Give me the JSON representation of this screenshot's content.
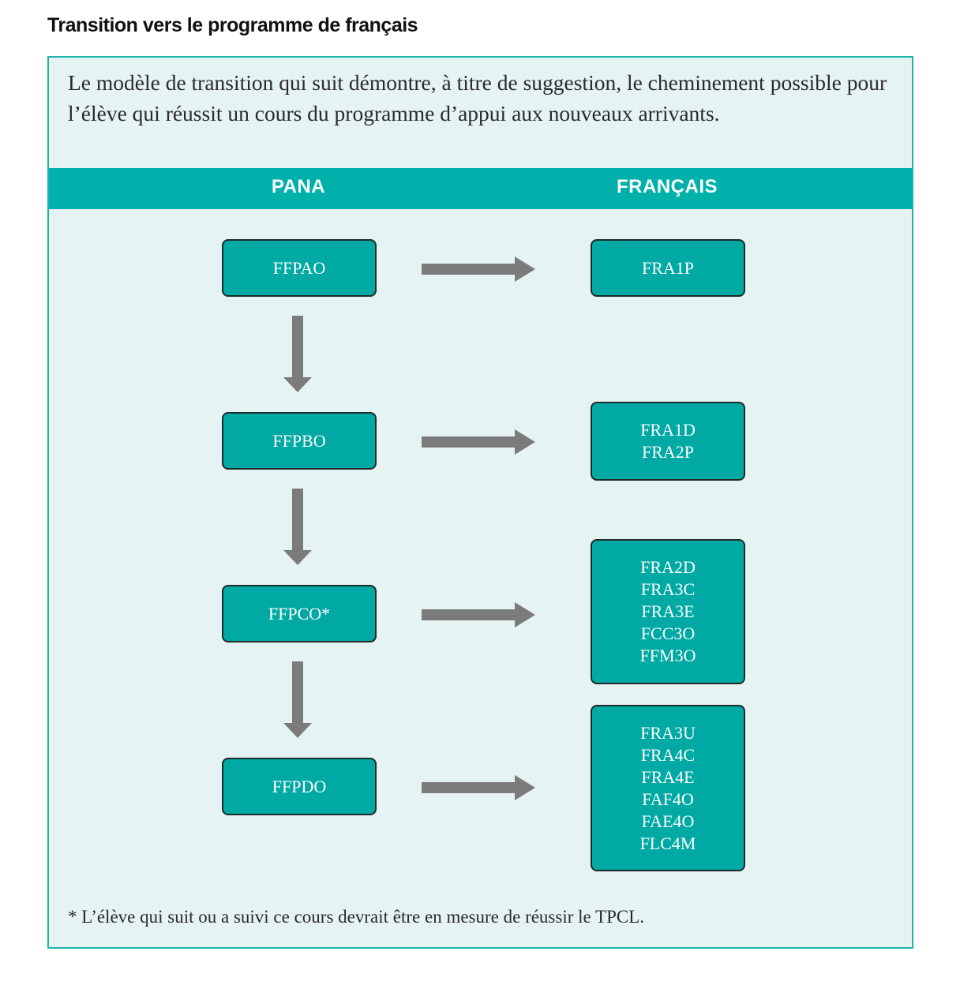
{
  "heading": "Transition vers le programme de français",
  "intro": "Le modèle de transition qui suit démontre, à titre de suggestion, le cheminement possible pour l’élève qui réussit un cours du programme d’appui aux nouveaux arrivants.",
  "columns": {
    "left": "PANA",
    "right": "FRANÇAIS"
  },
  "pana": [
    "FFPAO",
    "FFPBO",
    "FFPCO*",
    "FFPDO"
  ],
  "francais": [
    [
      "FRA1P"
    ],
    [
      "FRA1D",
      "FRA2P"
    ],
    [
      "FRA2D",
      "FRA3C",
      "FRA3E",
      "FCC3O",
      "FFM3O"
    ],
    [
      "FRA3U",
      "FRA4C",
      "FRA4E",
      "FAF4O",
      "FAE4O",
      "FLC4M"
    ]
  ],
  "footnote": "* L’élève qui suit ou a suivi ce cours devrait être en mesure de réussir le TPCL.",
  "colors": {
    "teal": "#00a9a4",
    "header": "#00b0ab",
    "panel": "#e6f3f3",
    "arrow": "#7b7b7b"
  }
}
